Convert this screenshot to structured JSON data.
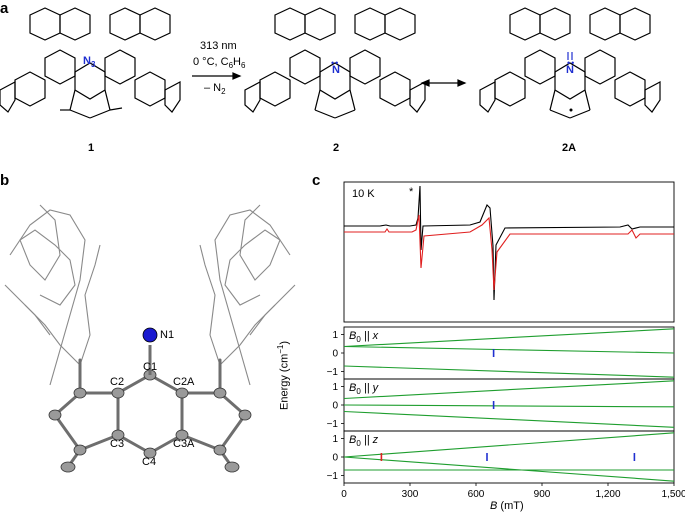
{
  "panel_a": {
    "letter": "a",
    "reaction_conditions": {
      "line1": "313 nm",
      "line2": "0 °C, C",
      "line2_sub1": "6",
      "line2_mid": "H",
      "line2_sub2": "6",
      "line3": "– N",
      "line3_sub": "2"
    },
    "azide_label": "N",
    "azide_sub": "3",
    "nitrene_label": "N",
    "compound_labels": [
      "1",
      "2",
      "2A"
    ]
  },
  "panel_b": {
    "letter": "b",
    "atom_labels": [
      "N1",
      "C1",
      "C2",
      "C2A",
      "C3",
      "C3A",
      "C4"
    ]
  },
  "panel_c": {
    "letter": "c",
    "temperature_label": "10 K",
    "star_label": "*",
    "subplots": [
      {
        "field_label": "B",
        "field_sub": "0",
        "axis": "|| x"
      },
      {
        "field_label": "B",
        "field_sub": "0",
        "axis": "|| y"
      },
      {
        "field_label": "B",
        "field_sub": "0",
        "axis": "|| z"
      }
    ],
    "ylabel": "Energy (cm",
    "ylabel_sup": "−1",
    "ylabel_end": ")",
    "xlabel": "B",
    "xlabel_unit": " (mT)",
    "colors": {
      "experimental": "#000000",
      "simulated": "#e02020",
      "levels": "#1f9e2f",
      "marker_blue": "#2030d0",
      "marker_red": "#e02020"
    }
  },
  "chart_data": {
    "type": "line",
    "xlabel": "B (mT)",
    "ylabel": "Energy (cm−1)",
    "x_ticks": [
      "0",
      "300",
      "600",
      "900",
      "1,200",
      "1,500"
    ],
    "x_tick_values": [
      0,
      300,
      600,
      900,
      1200,
      1500
    ],
    "y_ticks": [
      "1",
      "0",
      "−1"
    ],
    "y_tick_values": [
      1,
      0,
      -1
    ],
    "xlim": [
      0,
      1500
    ],
    "ylim": [
      -1.4,
      1.4
    ],
    "subplots": [
      {
        "name": "B0 || x",
        "levels": [
          {
            "x": [
              0,
              1500
            ],
            "y": [
              0.35,
              1.3
            ]
          },
          {
            "x": [
              0,
              1500
            ],
            "y": [
              0.35,
              0.0
            ]
          },
          {
            "x": [
              0,
              1500
            ],
            "y": [
              -0.7,
              -1.3
            ]
          }
        ],
        "transitions_mT": [
          680
        ]
      },
      {
        "name": "B0 || y",
        "levels": [
          {
            "x": [
              0,
              1500
            ],
            "y": [
              0.35,
              1.3
            ]
          },
          {
            "x": [
              0,
              1500
            ],
            "y": [
              0.0,
              -0.1
            ]
          },
          {
            "x": [
              0,
              1500
            ],
            "y": [
              -0.35,
              -1.2
            ]
          }
        ],
        "transitions_mT": [
          680
        ]
      },
      {
        "name": "B0 || z",
        "levels": [
          {
            "x": [
              0,
              1500
            ],
            "y": [
              0.0,
              1.3
            ]
          },
          {
            "x": [
              0,
              1500
            ],
            "y": [
              -0.7,
              -0.7
            ]
          },
          {
            "x": [
              0,
              1500
            ],
            "y": [
              0.0,
              -1.3
            ]
          }
        ],
        "transitions_mT": [
          170,
          650,
          1320
        ]
      }
    ]
  }
}
